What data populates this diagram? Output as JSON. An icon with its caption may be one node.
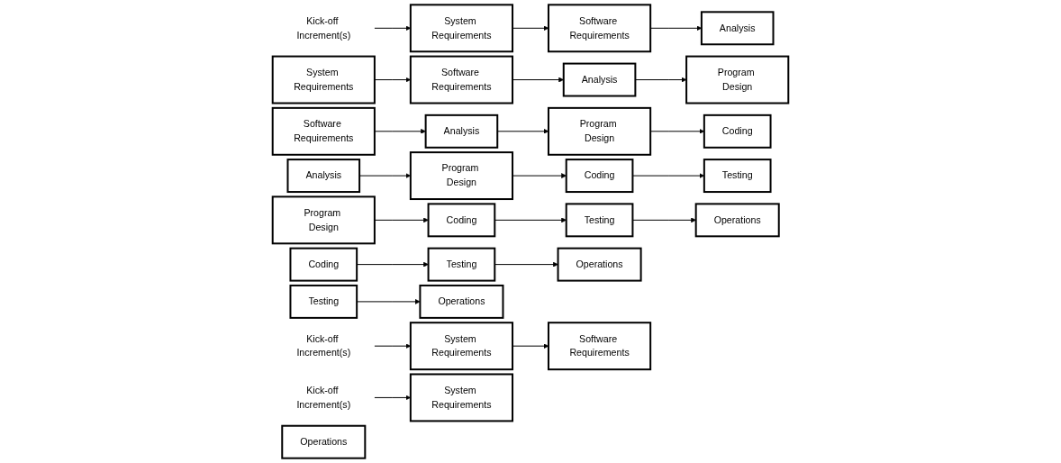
{
  "diagram": {
    "nodes": [
      {
        "text": [
          "Kick-off Increment(s)"
        ]
      },
      {
        "text": [
          "Kick-off Increment(s)"
        ]
      },
      {
        "text": [
          "Kick-off Increment(s)"
        ]
      },
      {
        "text": [
          "System Requirements"
        ]
      },
      {
        "text": [
          "Software Requirements"
        ]
      },
      {
        "text": [
          "Analysis"
        ]
      },
      {
        "text": [
          "Program Design"
        ]
      },
      {
        "text": [
          "Coding"
        ]
      },
      {
        "text": [
          "Testing"
        ]
      },
      {
        "text": [
          "Operations"
        ]
      },
      {
        "text": [
          "System Requirements"
        ]
      },
      {
        "text": [
          "Software Requirements"
        ]
      },
      {
        "text": [
          "Analysis"
        ]
      },
      {
        "text": [
          "Program Design"
        ]
      },
      {
        "text": [
          "Coding"
        ]
      },
      {
        "text": [
          "Testing"
        ]
      },
      {
        "text": [
          "Operations"
        ]
      },
      {
        "text": [
          "System Requirements"
        ]
      },
      {
        "text": [
          "Software Requirements"
        ]
      },
      {
        "text": [
          "Analysis"
        ]
      },
      {
        "text": [
          "Program Design"
        ]
      },
      {
        "text": [
          "Coding"
        ]
      },
      {
        "text": [
          "Testing"
        ]
      },
      {
        "text": [
          "Operations"
        ]
      },
      {
        "text": [
          "System Requirements"
        ]
      },
      {
        "text": [
          "Software Requirements"
        ]
      },
      {
        "text": [
          "Analysis"
        ]
      },
      {
        "text": [
          "Program Design"
        ]
      },
      {
        "text": [
          "Coding"
        ]
      },
      {
        "text": [
          "Testing"
        ]
      },
      {
        "text": [
          "Operations"
        ]
      }
    ],
    "edges": [
      {
        "from": 0,
        "to": 10,
        "arrow": "to"
      },
      {
        "from": 3,
        "to": 11,
        "arrow": "to"
      },
      {
        "from": 4,
        "to": 12,
        "arrow": "to"
      },
      {
        "from": 5,
        "to": 13,
        "arrow": "to"
      },
      {
        "from": 6,
        "to": 14,
        "arrow": "to"
      },
      {
        "from": 7,
        "to": 15,
        "arrow": "to"
      },
      {
        "from": 8,
        "to": 16,
        "arrow": "to"
      },
      {
        "from": 1,
        "to": 17,
        "arrow": "to"
      },
      {
        "from": 10,
        "to": 18,
        "arrow": "to"
      },
      {
        "from": 11,
        "to": 19,
        "arrow": "to"
      },
      {
        "from": 12,
        "to": 20,
        "arrow": "to"
      },
      {
        "from": 13,
        "to": 21,
        "arrow": "to"
      },
      {
        "from": 14,
        "to": 22,
        "arrow": "to"
      },
      {
        "from": 15,
        "to": 23,
        "arrow": "to"
      },
      {
        "from": 2,
        "to": 24,
        "arrow": "to"
      },
      {
        "from": 17,
        "to": 25,
        "arrow": "to"
      },
      {
        "from": 18,
        "to": 26,
        "arrow": "to"
      },
      {
        "from": 19,
        "to": 27,
        "arrow": "to"
      },
      {
        "from": 20,
        "to": 28,
        "arrow": "to"
      },
      {
        "from": 21,
        "to": 29,
        "arrow": "to"
      },
      {
        "from": 22,
        "to": 30,
        "arrow": "to"
      }
    ]
  }
}
